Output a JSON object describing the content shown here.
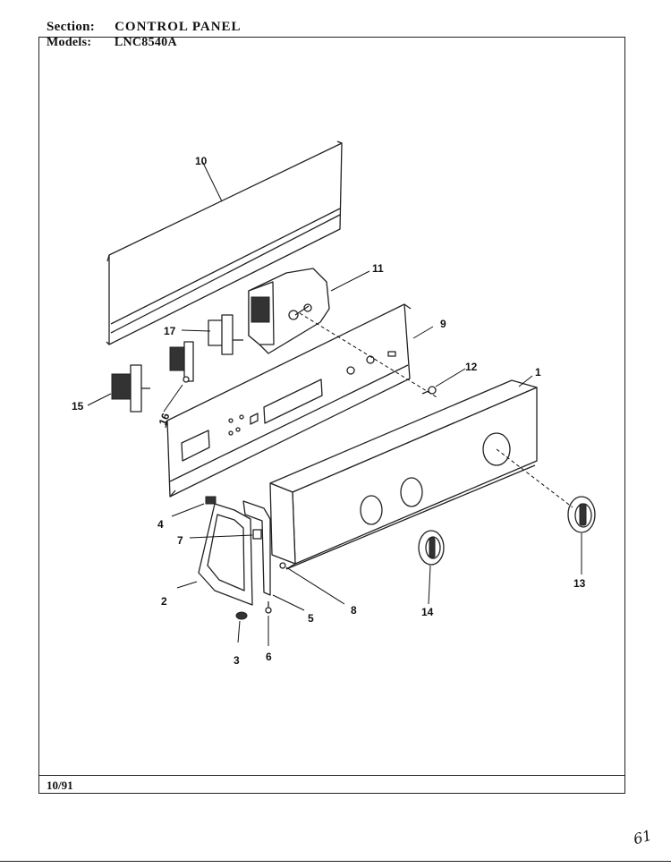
{
  "header": {
    "section_label": "Section:",
    "section_value": "CONTROL PANEL",
    "models_label": "Models:",
    "models_value": "LNC8540A"
  },
  "footer": {
    "date": "10/91",
    "margin_note": "61"
  },
  "callouts": [
    "1",
    "2",
    "3",
    "4",
    "5",
    "6",
    "7",
    "8",
    "9",
    "10",
    "11",
    "12",
    "13",
    "14",
    "15",
    "16",
    "17"
  ]
}
